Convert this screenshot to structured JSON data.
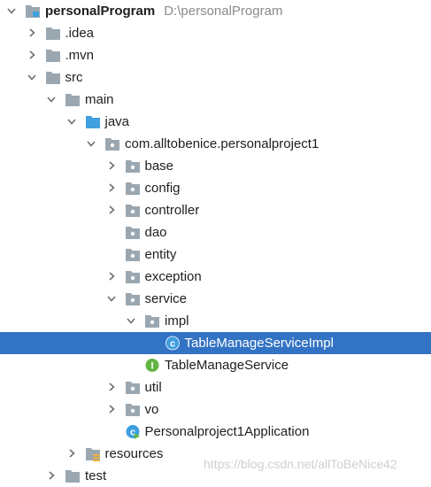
{
  "tree": [
    {
      "label": "personalProgram",
      "path": "D:\\personalProgram",
      "bold": true,
      "depth": 0,
      "arrow": "down",
      "icon": "project-folder-icon",
      "selected": false
    },
    {
      "label": ".idea",
      "depth": 1,
      "arrow": "right",
      "icon": "folder-icon",
      "selected": false
    },
    {
      "label": ".mvn",
      "depth": 1,
      "arrow": "right",
      "icon": "folder-icon",
      "selected": false
    },
    {
      "label": "src",
      "depth": 1,
      "arrow": "down",
      "icon": "folder-icon",
      "selected": false
    },
    {
      "label": "main",
      "depth": 2,
      "arrow": "down",
      "icon": "folder-icon",
      "selected": false
    },
    {
      "label": "java",
      "depth": 3,
      "arrow": "down",
      "icon": "source-folder-icon",
      "selected": false
    },
    {
      "label": "com.alltobenice.personalproject1",
      "depth": 4,
      "arrow": "down",
      "icon": "package-icon",
      "selected": false
    },
    {
      "label": "base",
      "depth": 5,
      "arrow": "right",
      "icon": "package-icon",
      "selected": false
    },
    {
      "label": "config",
      "depth": 5,
      "arrow": "right",
      "icon": "package-icon",
      "selected": false
    },
    {
      "label": "controller",
      "depth": 5,
      "arrow": "right",
      "icon": "package-icon",
      "selected": false
    },
    {
      "label": "dao",
      "depth": 5,
      "arrow": "none",
      "icon": "package-icon",
      "selected": false
    },
    {
      "label": "entity",
      "depth": 5,
      "arrow": "none",
      "icon": "package-icon",
      "selected": false
    },
    {
      "label": "exception",
      "depth": 5,
      "arrow": "right",
      "icon": "package-icon",
      "selected": false
    },
    {
      "label": "service",
      "depth": 5,
      "arrow": "down",
      "icon": "package-icon",
      "selected": false
    },
    {
      "label": "impl",
      "depth": 6,
      "arrow": "down",
      "icon": "package-icon",
      "selected": false
    },
    {
      "label": "TableManageServiceImpl",
      "depth": 7,
      "arrow": "none",
      "icon": "java-class-icon",
      "selected": true
    },
    {
      "label": "TableManageService",
      "depth": 6,
      "arrow": "none",
      "icon": "java-interface-icon",
      "selected": false
    },
    {
      "label": "util",
      "depth": 5,
      "arrow": "right",
      "icon": "package-icon",
      "selected": false
    },
    {
      "label": "vo",
      "depth": 5,
      "arrow": "right",
      "icon": "package-icon",
      "selected": false
    },
    {
      "label": "Personalproject1Application",
      "depth": 5,
      "arrow": "none",
      "icon": "spring-boot-class-icon",
      "selected": false
    },
    {
      "label": "resources",
      "depth": 3,
      "arrow": "right",
      "icon": "resources-folder-icon",
      "selected": false
    },
    {
      "label": "test",
      "depth": 2,
      "arrow": "right",
      "icon": "folder-icon",
      "selected": false
    }
  ],
  "watermark": "https://blog.csdn.net/allToBeNice42",
  "colors": {
    "selection": "#3373c4",
    "folder": "#9aa7b0",
    "source_folder": "#40a0e0",
    "class": "#3d9ee0",
    "interface": "#62b543"
  }
}
